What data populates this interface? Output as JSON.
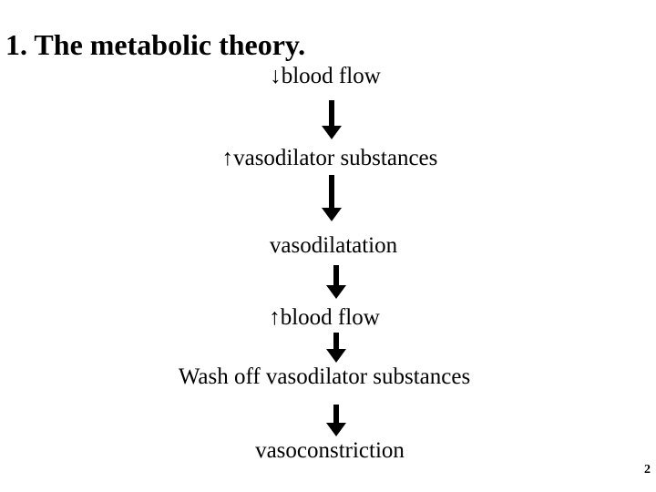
{
  "slide": {
    "title": "1. The metabolic theory.",
    "steps": [
      "↓blood flow",
      "↑vasodilator substances",
      "vasodilatation",
      "↑blood flow",
      "Wash off vasodilator substances",
      "vasoconstriction"
    ],
    "page_number": "2"
  }
}
